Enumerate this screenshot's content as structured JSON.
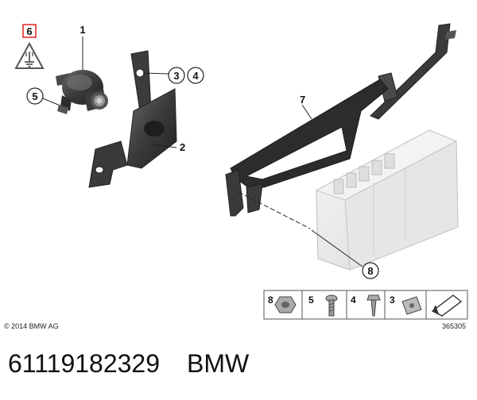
{
  "callouts": {
    "c1": "1",
    "c2": "2",
    "c3": "3",
    "c4": "4",
    "c5": "5",
    "c6": "6",
    "c7": "7",
    "c8": "8"
  },
  "legend": {
    "items": [
      "8",
      "5",
      "4",
      "3"
    ]
  },
  "copyright": "© 2014 BMW AG",
  "diagram_id": "365305",
  "caption": {
    "part_number": "61119182329",
    "brand": "BMW"
  },
  "colors": {
    "part_dark": "#3a3a3a",
    "module_light": "#eaeaea",
    "warning_red": "#e02020"
  },
  "icons": [
    "warning-triangle-icon",
    "ground-connection-icon",
    "hex-nut-icon",
    "screw-icon",
    "bolt-icon",
    "clip-nut-icon",
    "cable-tie-icon"
  ]
}
